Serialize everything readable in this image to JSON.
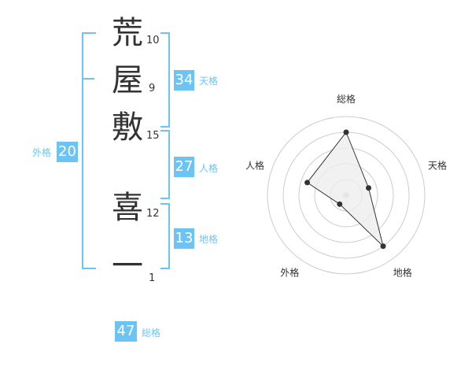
{
  "name": {
    "chars": [
      {
        "char": "荒",
        "strokes": "10"
      },
      {
        "char": "屋",
        "strokes": "9"
      },
      {
        "char": "敷",
        "strokes": "15"
      },
      {
        "char": "喜",
        "strokes": "12"
      },
      {
        "char": "一",
        "strokes": "1"
      }
    ]
  },
  "fortune": {
    "tenkaku": {
      "value": "34",
      "label": "天格"
    },
    "jinkaku": {
      "value": "27",
      "label": "人格"
    },
    "chikaku": {
      "value": "13",
      "label": "地格"
    },
    "gaikaku": {
      "value": "20",
      "label": "外格"
    },
    "soukaku": {
      "value": "47",
      "label": "総格"
    }
  },
  "colors": {
    "accent": "#6cc4f5",
    "text": "#333333",
    "grid": "#cccccc",
    "fill": "#eeeeee"
  },
  "chart_data": {
    "type": "radar",
    "axes": [
      "総格",
      "天格",
      "地格",
      "外格",
      "人格"
    ],
    "values": [
      4,
      1.5,
      4,
      0.7,
      2.6
    ],
    "max": 5,
    "rings": 5
  }
}
